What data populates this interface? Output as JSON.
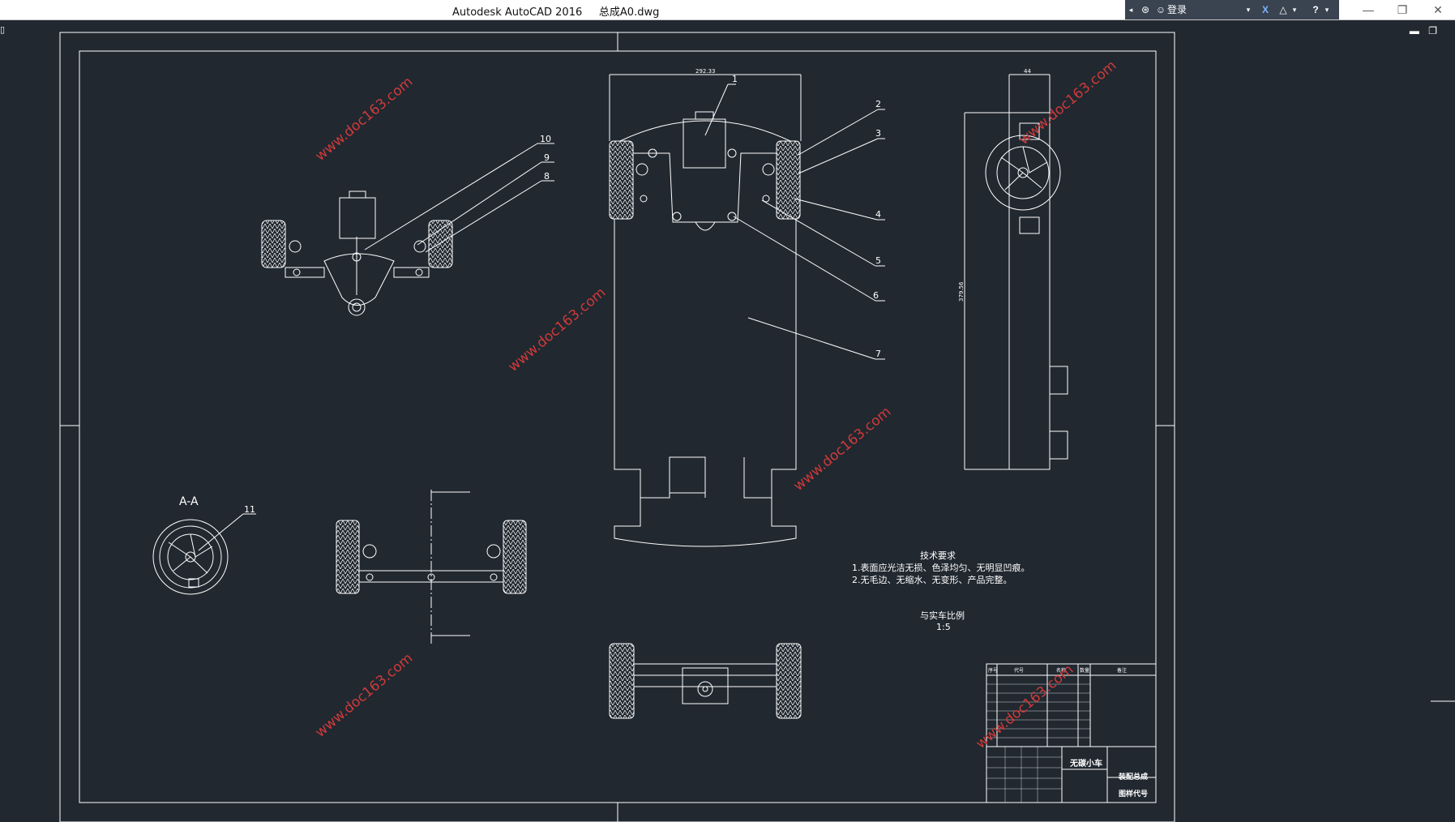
{
  "window": {
    "title": "Autodesk AutoCAD 2016     总成A0.dwg",
    "login_label": "登录",
    "help_label": "?",
    "minimize": "—",
    "restore": "❐",
    "close": "✕"
  },
  "viewport_controls": {
    "minimize": "▬",
    "restore": "❐"
  },
  "drawing": {
    "watermark": "www.doc163.com",
    "section_label": "A-A",
    "balloons": [
      "1",
      "2",
      "3",
      "4",
      "5",
      "6",
      "7",
      "8",
      "9",
      "10",
      "11"
    ],
    "dims": {
      "top_width": "292.33",
      "side_width": "44",
      "side_height": "379.56"
    },
    "tech_req": {
      "title": "技术要求",
      "line1": "1.表面应光洁无损、色泽均匀、无明显凹痕。",
      "line2": "2.无毛边、无缩水、无变形、产品完整。"
    },
    "scale": {
      "label": "与实车比例",
      "value": "1:5"
    },
    "title_block": {
      "name": "无碳小车",
      "part_label": "装配总成",
      "code_label": "图样代号",
      "header": [
        "序号",
        "代号",
        "名称",
        "数量",
        "备注"
      ]
    }
  },
  "colors": {
    "background": "#212830",
    "line": "#ffffff",
    "watermark": "#d03a3a",
    "infocenter": "#3a4350"
  }
}
